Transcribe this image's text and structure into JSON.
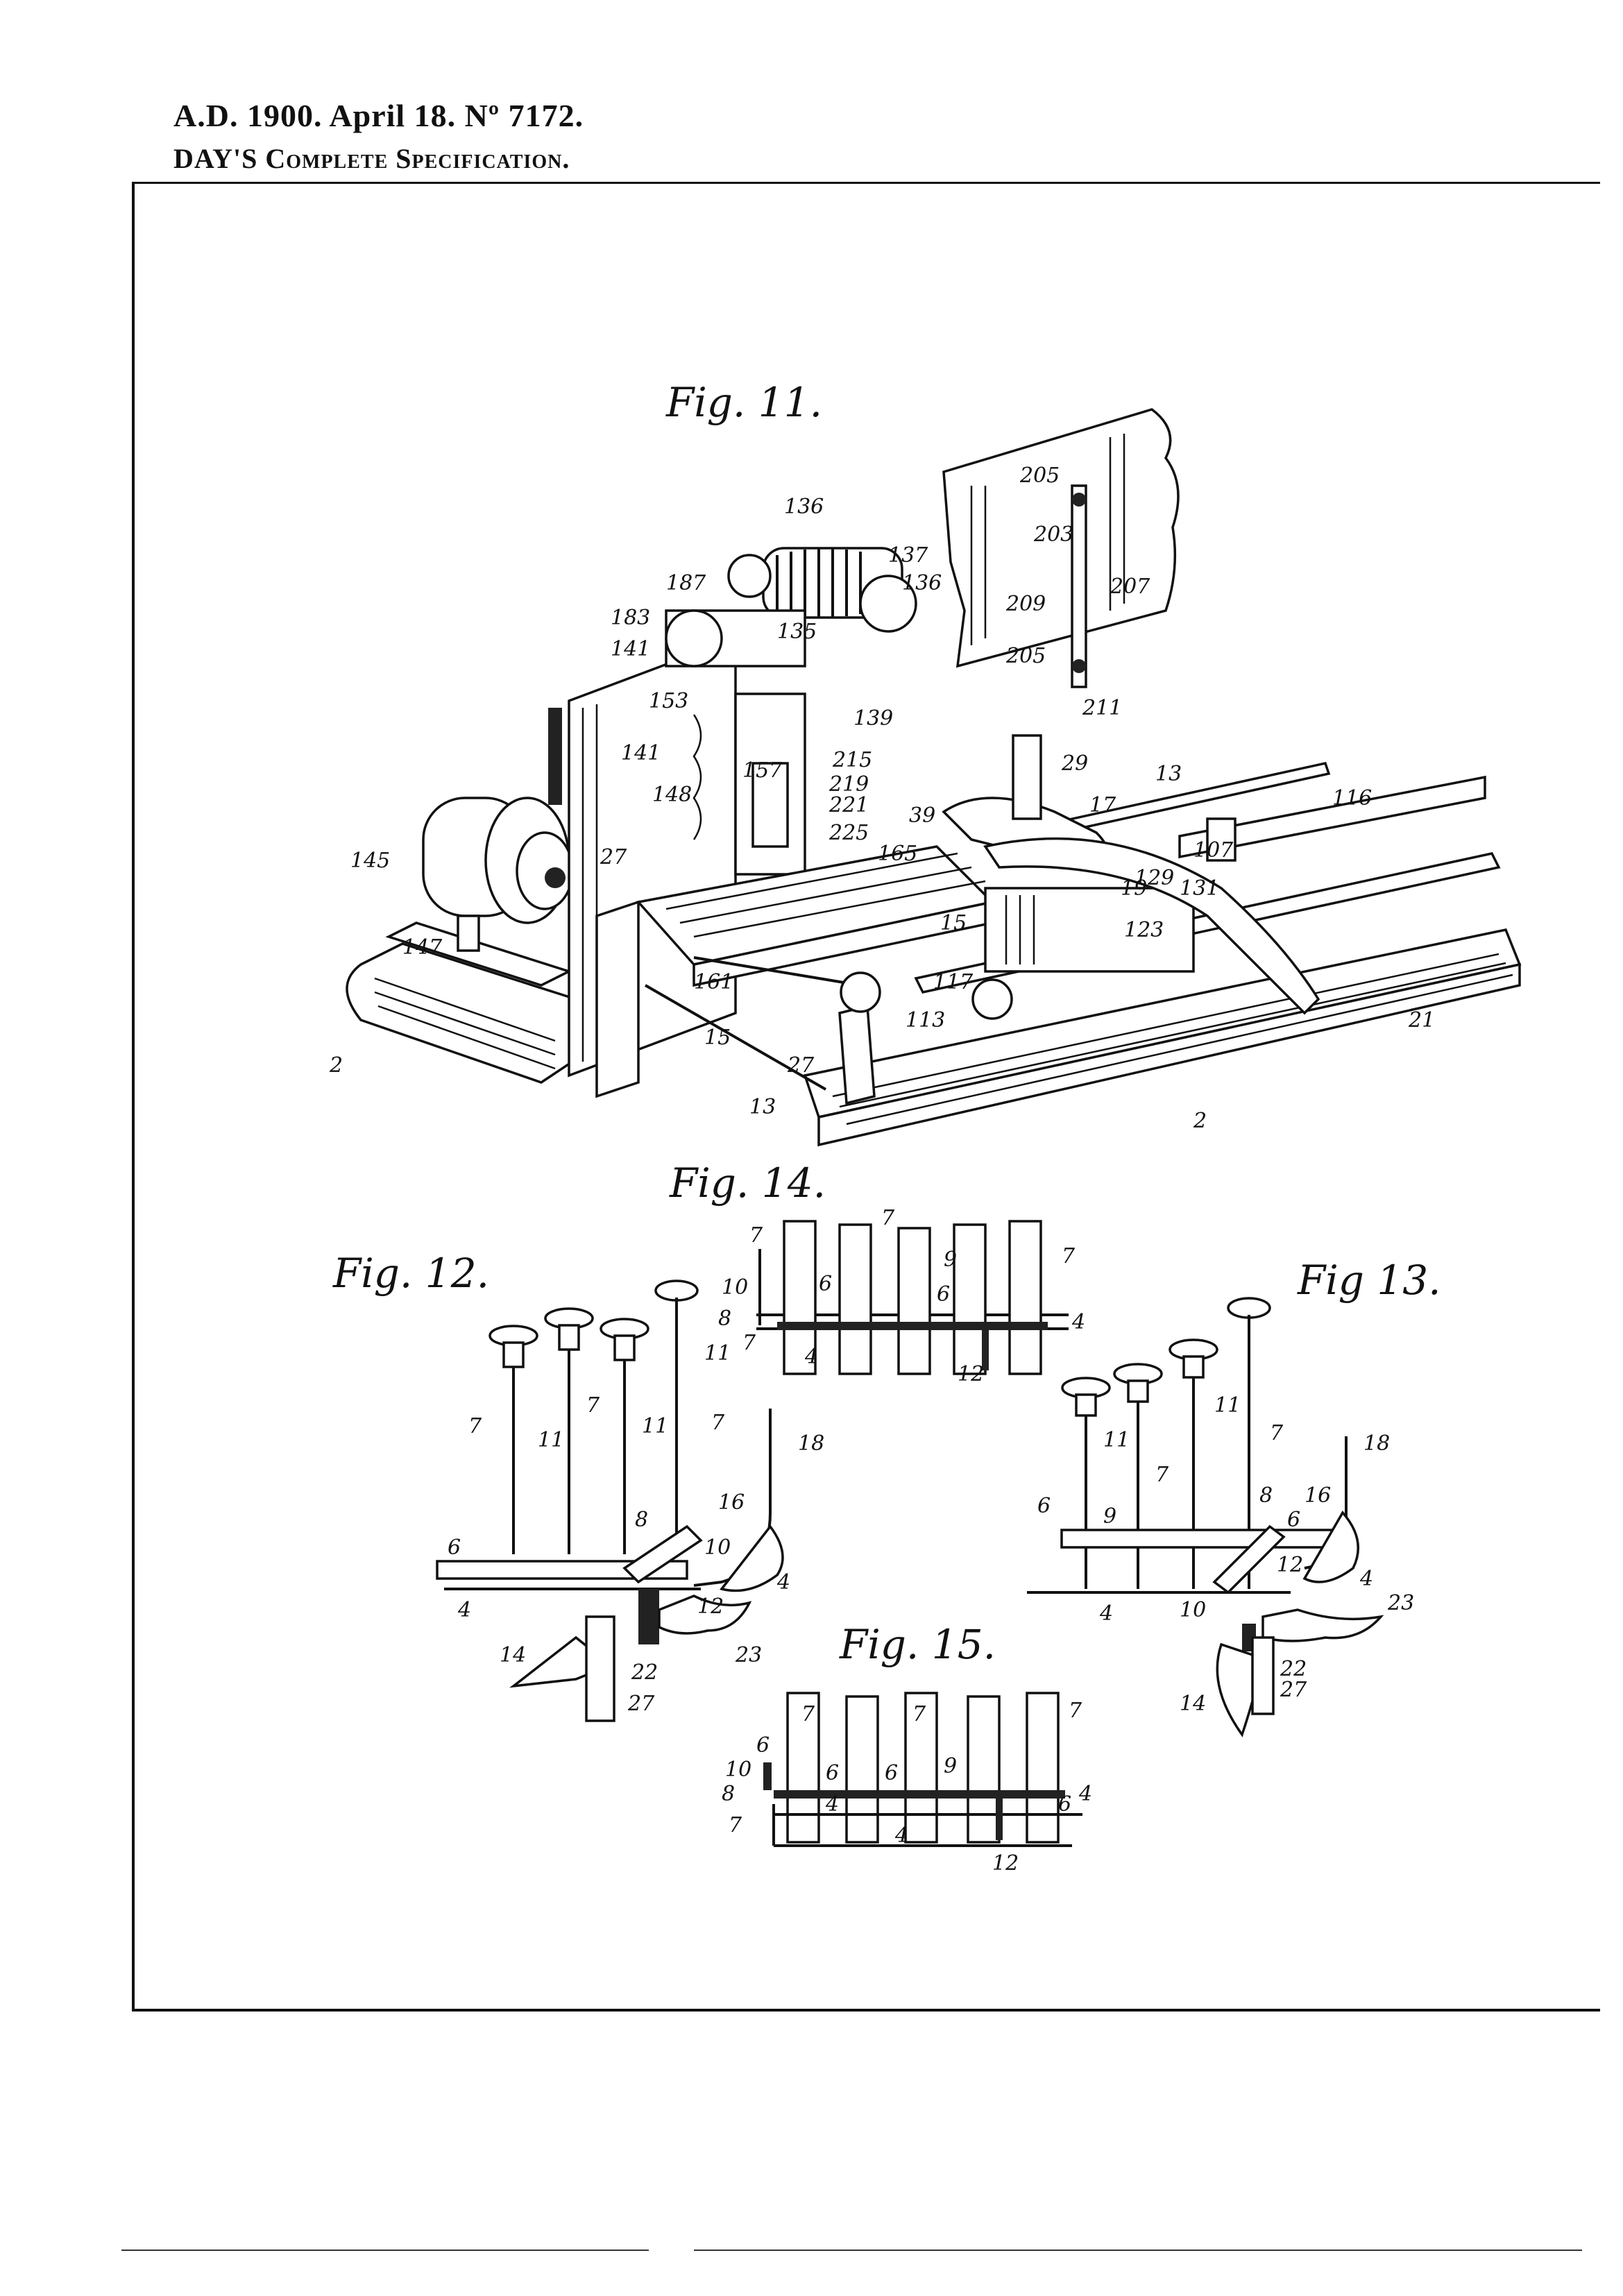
{
  "header": {
    "line1": "A.D. 1900. April 18. Nº 7172.",
    "line2": "DAY'S Complete Specification."
  },
  "figures": {
    "fig11": {
      "label": "Fig. 11.",
      "refs": [
        "136",
        "137",
        "136",
        "187",
        "183",
        "141",
        "135",
        "205",
        "203",
        "209",
        "207",
        "205",
        "211",
        "153",
        "139",
        "215",
        "219",
        "221",
        "141",
        "148",
        "157",
        "29",
        "13",
        "116",
        "145",
        "147",
        "27",
        "225",
        "39",
        "165",
        "17",
        "107",
        "19",
        "129",
        "131",
        "123",
        "2",
        "161",
        "15",
        "117",
        "113",
        "15",
        "27",
        "13",
        "21",
        "2"
      ]
    },
    "fig12": {
      "label": "Fig. 12.",
      "refs": [
        "7",
        "11",
        "7",
        "11",
        "11",
        "7",
        "18",
        "8",
        "16",
        "6",
        "10",
        "4",
        "4",
        "12",
        "14",
        "22",
        "23",
        "27"
      ]
    },
    "fig13": {
      "label": "Fig 13.",
      "refs": [
        "11",
        "7",
        "11",
        "7",
        "18",
        "6",
        "9",
        "8",
        "16",
        "6",
        "12",
        "4",
        "4",
        "10",
        "23",
        "22",
        "27",
        "14"
      ]
    },
    "fig14": {
      "label": "Fig. 14.",
      "refs": [
        "7",
        "7",
        "7",
        "9",
        "10",
        "6",
        "6",
        "8",
        "7",
        "4",
        "4",
        "12"
      ]
    },
    "fig15": {
      "label": "Fig. 15.",
      "refs": [
        "7",
        "7",
        "7",
        "6",
        "10",
        "6",
        "6",
        "9",
        "8",
        "4",
        "6",
        "7",
        "4",
        "12",
        "4"
      ]
    }
  }
}
